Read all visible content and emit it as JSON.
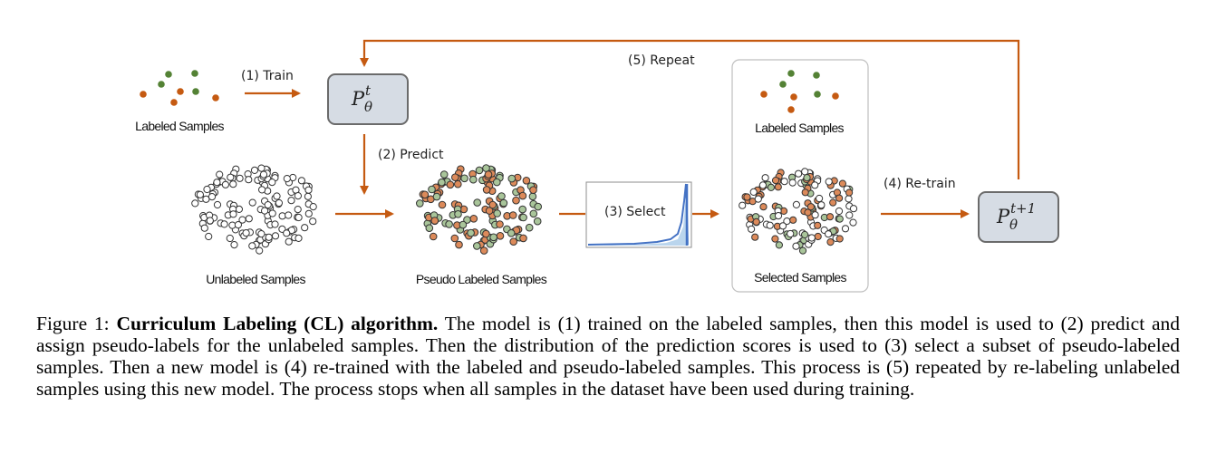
{
  "diagram": {
    "labels": {
      "labeled_samples_left": "Labeled Samples",
      "labeled_samples_right": "Labeled Samples",
      "unlabeled_samples": "Unlabeled Samples",
      "pseudo_labeled_samples": "Pseudo Labeled Samples",
      "selected_samples": "Selected Samples"
    },
    "steps": {
      "train": "(1) Train",
      "predict": "(2) Predict",
      "select": "(3) Select",
      "retrain": "(4) Re-train",
      "repeat": "(5) Repeat"
    },
    "models": {
      "current": {
        "base": "P",
        "sub": "θ",
        "sup": "t"
      },
      "next": {
        "base": "P",
        "sub": "θ",
        "sup": "t+1"
      }
    },
    "colors": {
      "arrow": "#c55a11",
      "orange_dot": "#c55a11",
      "green_dot": "#548235",
      "light_orange_dot": "#dc8a5a",
      "light_green_dot": "#a9c59a",
      "model_box": "#d6dce4",
      "curve": "#4472c4"
    }
  },
  "caption": {
    "label": "Figure 1: ",
    "title": "Curriculum Labeling (CL) algorithm.",
    "text": " The model is (1) trained on the labeled samples, then this model is used to (2) predict and assign pseudo-labels for the unlabeled samples. Then the distribution of the prediction scores is used to (3) select a subset of pseudo-labeled samples. Then a new model is (4) re-trained with the labeled and pseudo-labeled samples. This process is (5) repeated by re-labeling unlabeled samples using this new model. The process stops when all samples in the dataset have been used during training."
  }
}
